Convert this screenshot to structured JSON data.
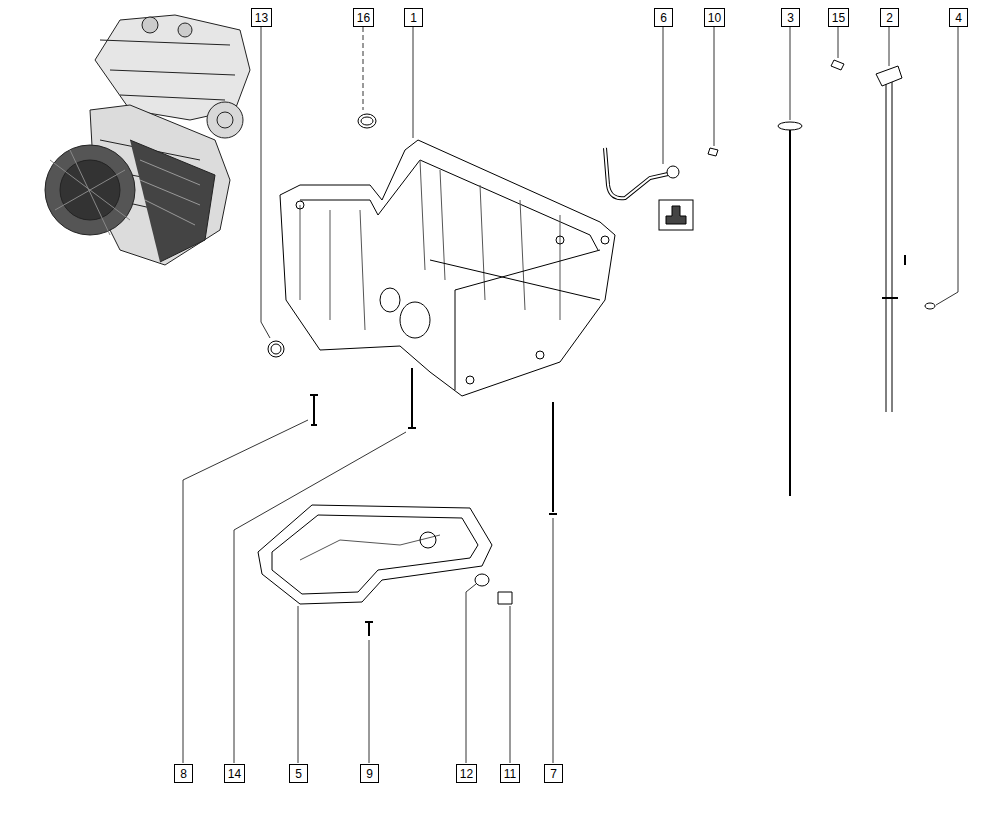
{
  "diagram": {
    "nodes": [
      {
        "text": [
          "13"
        ]
      },
      {
        "text": [
          "16"
        ]
      },
      {
        "text": [
          "1"
        ]
      },
      {
        "text": [
          "6"
        ]
      },
      {
        "text": [
          "10"
        ]
      },
      {
        "text": [
          "3"
        ]
      },
      {
        "text": [
          "15"
        ]
      },
      {
        "text": [
          "2"
        ]
      },
      {
        "text": [
          "4"
        ]
      },
      {
        "text": [
          "8"
        ]
      },
      {
        "text": [
          "14"
        ]
      },
      {
        "text": [
          "5"
        ]
      },
      {
        "text": [
          "9"
        ]
      },
      {
        "text": [
          "12"
        ]
      },
      {
        "text": [
          "11"
        ]
      },
      {
        "text": [
          "7"
        ]
      }
    ]
  }
}
